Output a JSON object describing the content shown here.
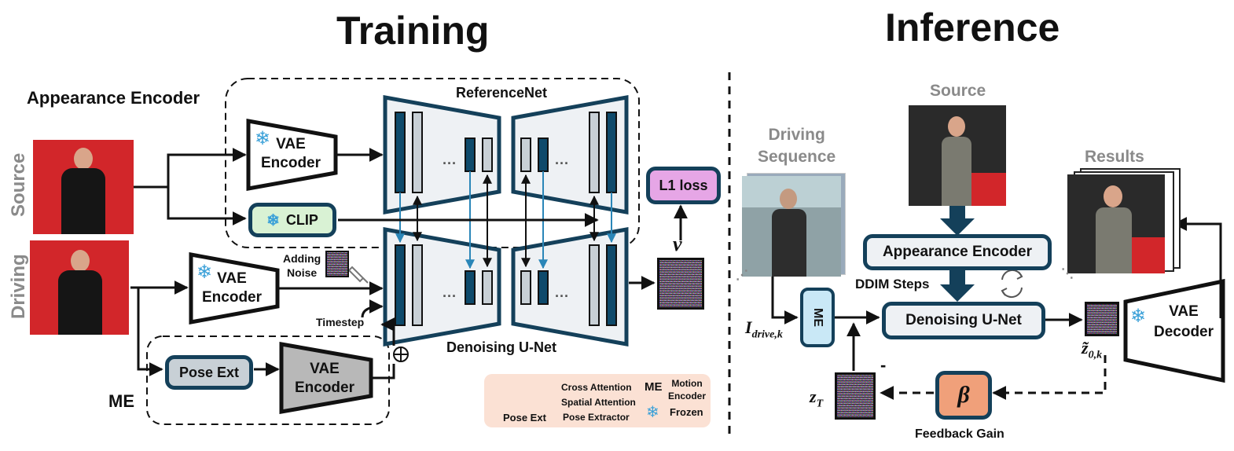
{
  "titles": {
    "training": "Training",
    "inference": "Inference"
  },
  "training": {
    "appearance_encoder": "Appearance Encoder",
    "source": "Source",
    "driving": "Driving",
    "vae_encoder_1": [
      "VAE",
      "Encoder"
    ],
    "vae_encoder_2": [
      "VAE",
      "Encoder"
    ],
    "vae_encoder_3": [
      "VAE",
      "Encoder"
    ],
    "clip": "CLIP",
    "referencenet": "ReferenceNet",
    "denoising_unet": "Denoising U-Net",
    "adding_noise": [
      "Adding",
      "Noise"
    ],
    "timestep": "Timestep",
    "pose_ext": "Pose Ext",
    "me": "ME",
    "l1_loss": "L1 loss",
    "v": "v",
    "dots": "···",
    "oplus": "⊕"
  },
  "legend": {
    "cross_attention": "Cross Attention",
    "spatial_attention": "Spatial Attention",
    "pose_ext": "Pose Ext",
    "pose_extractor": "Pose Extractor",
    "me": "ME",
    "motion_encoder": [
      "Motion",
      "Encoder"
    ],
    "frozen": "Frozen"
  },
  "inference": {
    "source": "Source",
    "driving_sequence": [
      "Driving",
      "Sequence"
    ],
    "results": "Results",
    "appearance_encoder": "Appearance Encoder",
    "ddim_steps": "DDIM Steps",
    "denoising_unet": "Denoising U-Net",
    "me": "ME",
    "vae_decoder": [
      "VAE",
      "Decoder"
    ],
    "i_drive": "I",
    "i_drive_sub": "drive,k",
    "z0k": "z̃",
    "z0k_sub": "0,k",
    "zT": "z",
    "zT_sub": "T",
    "minus": "-",
    "beta": "β",
    "feedback_gain": "Feedback Gain",
    "cycle": "⟳"
  },
  "colors": {
    "navy": "#14405a",
    "bar_dark": "#0e4a6b",
    "bar_light": "#c8d0d6",
    "unet_fill": "#eef1f4",
    "clip_fill": "#d9f2d4",
    "l1_fill": "#e6a6e6",
    "beta_fill": "#f0a07a",
    "legend_fill": "#fbe1d4",
    "me_fill": "#c9e8f6",
    "red_bg": "#d2262a",
    "arrow_blue": "#2a86b8"
  }
}
